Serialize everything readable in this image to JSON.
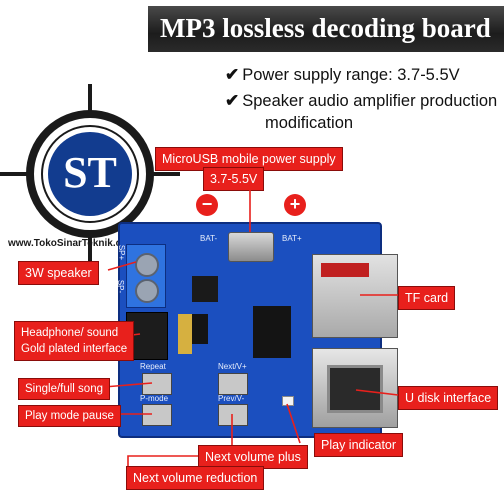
{
  "title": "MP3 lossless decoding board",
  "features": [
    {
      "icon": "check-icon",
      "text": "Power supply range: 3.7-5.5V"
    },
    {
      "icon": "check-icon",
      "text": "Speaker audio amplifier production"
    },
    {
      "icon": "",
      "text": "modification"
    }
  ],
  "logo": {
    "letters": "ST",
    "watermark": "www.TokoSinarTeknik.com"
  },
  "labels": {
    "power_supply": "MicroUSB mobile power supply",
    "voltage": "3.7-5.5V",
    "speaker": "3W speaker",
    "tf_card": "TF card",
    "headphone_line1": "Headphone/ sound",
    "headphone_line2": "Gold plated interface",
    "single_full": "Single/full song",
    "play_mode": "Play mode pause",
    "u_disk": "U disk interface",
    "play_indicator": "Play indicator",
    "next_volume_plus": "Next volume plus",
    "next_volume_reduction": "Next volume reduction"
  },
  "board_marks": {
    "minus": "−",
    "plus": "+",
    "bat_minus": "BAT-",
    "bat_plus": "BAT+",
    "sp_minus": "SP-",
    "sp_plus": "SP+",
    "repeat": "Repeat",
    "next_vplus": "Next/V+",
    "play_mode": "P-mode",
    "prev_vminus": "Prev/V-"
  },
  "colors": {
    "label_red": "#e8201c",
    "board_blue": "#1b4fbf",
    "banner": "#1c1c1c"
  }
}
